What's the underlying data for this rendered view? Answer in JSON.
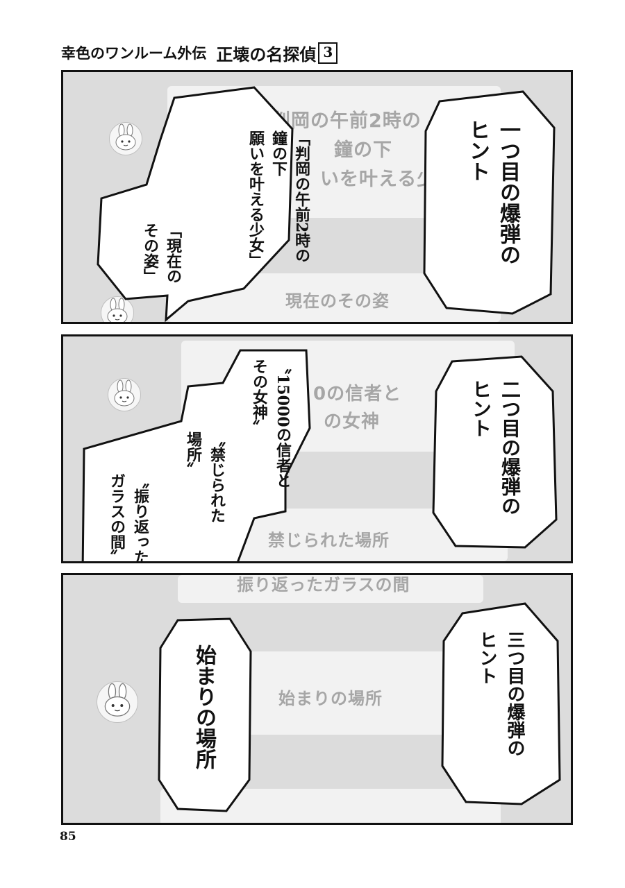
{
  "header": {
    "series": "幸色のワンルーム外伝",
    "title": "正壊の名探偵",
    "volume": "3"
  },
  "page_number": "85",
  "panels": [
    {
      "screen_text": {
        "line1": "判岡の午前2時の",
        "line2": "鐘の下",
        "line3": "いを叶える少女",
        "line4": "現在のその姿"
      },
      "narration": {
        "line1": "一つ目の爆弾の",
        "line2": "ヒント"
      },
      "speech": {
        "line1": "「判岡の午前2時の",
        "line2": "鐘の下",
        "line3": "願いを叶える少女」",
        "line4": "「現在の",
        "line5": "その姿」"
      }
    },
    {
      "screen_text": {
        "line1": "0の信者と",
        "line2": "の女神",
        "line3": "禁じられた場所"
      },
      "narration": {
        "line1": "二つ目の爆弾の",
        "line2": "ヒント"
      },
      "speech": {
        "line1": "〝15000の信者と",
        "line2": "その女神〟",
        "line3": "〝禁じられた",
        "line4": "場所〟",
        "line5": "〝振り返った",
        "line6": "ガラスの間〟"
      }
    },
    {
      "screen_text": {
        "line1": "振り返ったガラスの間",
        "line2": "始まりの場所"
      },
      "narration": {
        "line1": "三つ目の爆弾の",
        "line2": "ヒント"
      },
      "speech": {
        "line1": "始まりの場所"
      }
    }
  ],
  "colors": {
    "panel_bg": "#dcdcdc",
    "card_bg": "#f2f2f2",
    "ghost_text": "#a6a6a6",
    "ink": "#111111"
  },
  "icons": [
    "bunny-avatar-icon"
  ]
}
